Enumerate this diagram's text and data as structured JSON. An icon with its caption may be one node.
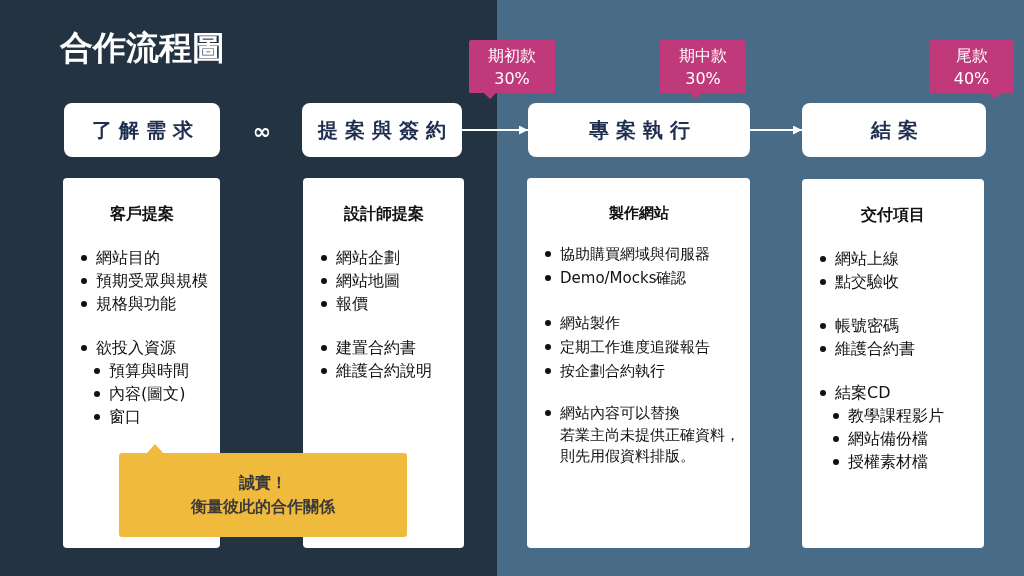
{
  "diagram": {
    "title": "合作流程圖",
    "nodes": [
      {
        "text": [
          "期初款",
          "30%"
        ]
      },
      {
        "text": [
          "期中款",
          "30%"
        ]
      },
      {
        "text": [
          "尾款",
          "40%"
        ]
      },
      {
        "text": [
          "了解需求"
        ]
      },
      {
        "text": [
          "提案與簽約"
        ]
      },
      {
        "text": [
          "專案執行"
        ]
      },
      {
        "text": [
          "結案"
        ]
      },
      {
        "text": [
          "客戶提案",
          "網站目的",
          "預期受眾與規模",
          "規格與功能",
          "欲投入資源",
          "預算與時間",
          "內容(圖文)",
          "窗口"
        ]
      },
      {
        "text": [
          "設計師提案",
          "網站企劃",
          "網站地圖",
          "報價",
          "建置合約書",
          "維護合約說明"
        ]
      },
      {
        "text": [
          "製作網站",
          "協助購買網域與伺服器",
          "Demo/Mocks確認",
          "網站製作",
          "定期工作進度追蹤報告",
          "按企劃合約執行",
          "網站內容可以替換",
          "若業主尚未提供正確資料，則先用假資料排版。"
        ]
      },
      {
        "text": [
          "交付項目",
          "網站上線",
          "點交驗收",
          "帳號密碼",
          "維護合約書",
          "結案CD",
          "教學課程影片",
          "網站備份檔",
          "授權素材檔"
        ]
      },
      {
        "text": [
          "誠實！",
          "衡量彼此的合作關係"
        ]
      }
    ],
    "edges": [
      {
        "from": 4,
        "to": 5,
        "arrow": "to"
      },
      {
        "from": 5,
        "to": 6,
        "arrow": "to"
      }
    ],
    "labels": [
      "∞"
    ]
  }
}
